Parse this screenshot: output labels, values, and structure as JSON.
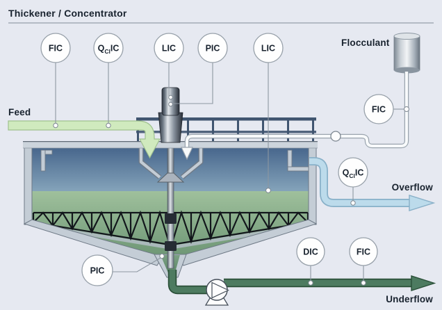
{
  "title": "Thickener / Concentrator",
  "labels": {
    "feed": "Feed",
    "flocculant": "Flocculant",
    "overflow": "Overflow",
    "underflow": "Underflow"
  },
  "instruments": {
    "fic_feed": {
      "label": "FIC"
    },
    "qic_feed": {
      "q": "Q",
      "sub": "Cl",
      "ic": "IC"
    },
    "lic_drive": {
      "label": "LIC"
    },
    "pic_drive": {
      "label": "PIC"
    },
    "lic_level": {
      "label": "LIC"
    },
    "fic_flocculant": {
      "label": "FIC"
    },
    "qic_overflow": {
      "q": "Q",
      "sub": "Cl",
      "ic": "IC"
    },
    "pic_cone": {
      "label": "PIC"
    },
    "dic_underflow": {
      "label": "DIC"
    },
    "fic_underflow": {
      "label": "FIC"
    }
  },
  "colors": {
    "background": "#e6e9f1",
    "feed_pipe": "#d0eabe",
    "overflow_pipe": "#bcdbeb",
    "underflow_pipe": "#4d7b60",
    "clarified_water_top": "#4a6a90",
    "clarified_water_bottom": "#84a3ba",
    "sludge_top": "#9fc09c",
    "sludge_bottom": "#6b9473",
    "structure_gray": "#c4cdd6",
    "railing": "#405570",
    "text": "#18222e"
  }
}
